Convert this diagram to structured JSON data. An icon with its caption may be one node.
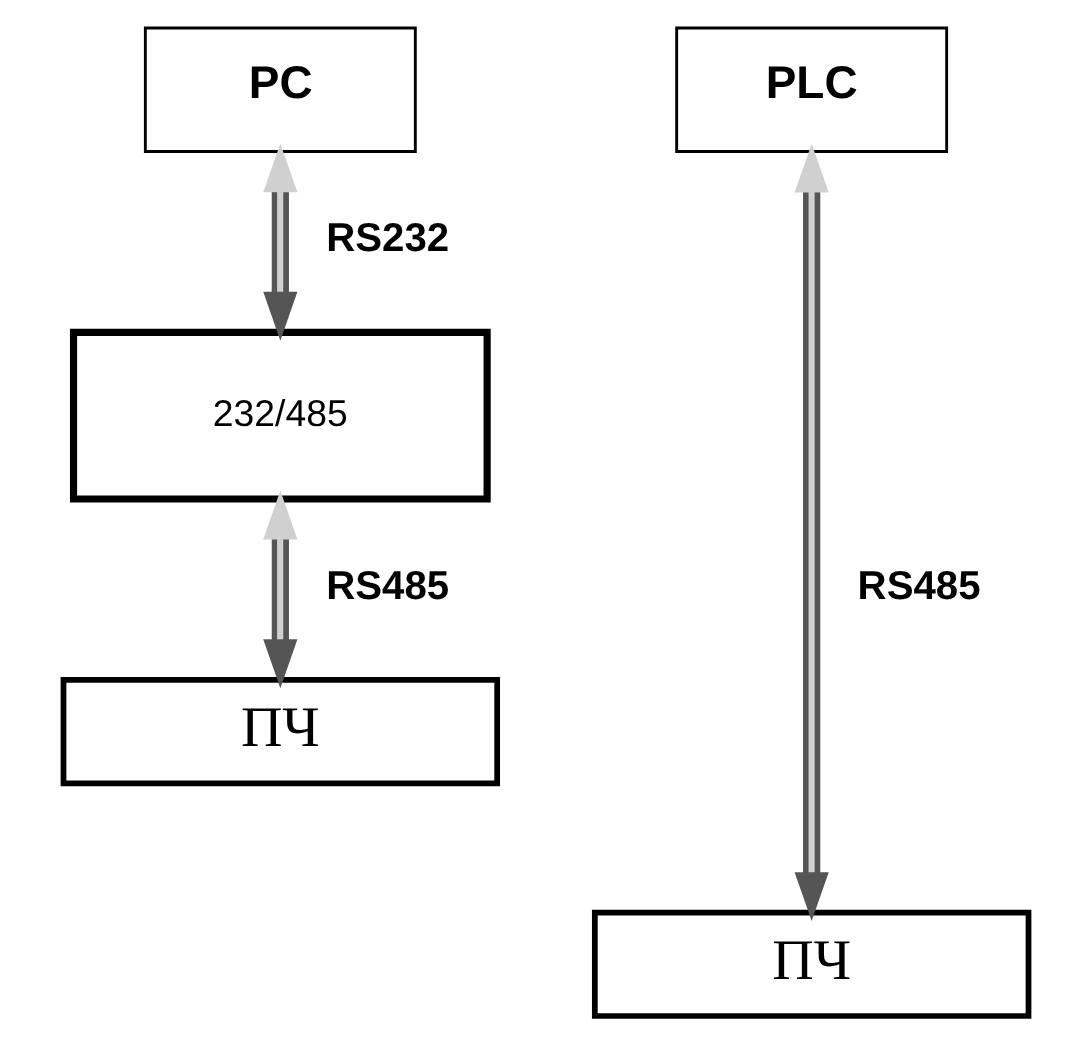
{
  "diagram": {
    "nodes": [
      {
        "text": [
          "PC"
        ]
      },
      {
        "text": [
          "232/485"
        ]
      },
      {
        "text": [
          "ПЧ"
        ]
      },
      {
        "text": [
          "PLC"
        ]
      },
      {
        "text": [
          "ПЧ"
        ]
      }
    ],
    "edges": [
      {
        "from": 0,
        "to": 1,
        "arrow": "both",
        "label": "RS232"
      },
      {
        "from": 1,
        "to": 2,
        "arrow": "both",
        "label": "RS485"
      },
      {
        "from": 3,
        "to": 4,
        "arrow": "both",
        "label": "RS485"
      }
    ]
  }
}
